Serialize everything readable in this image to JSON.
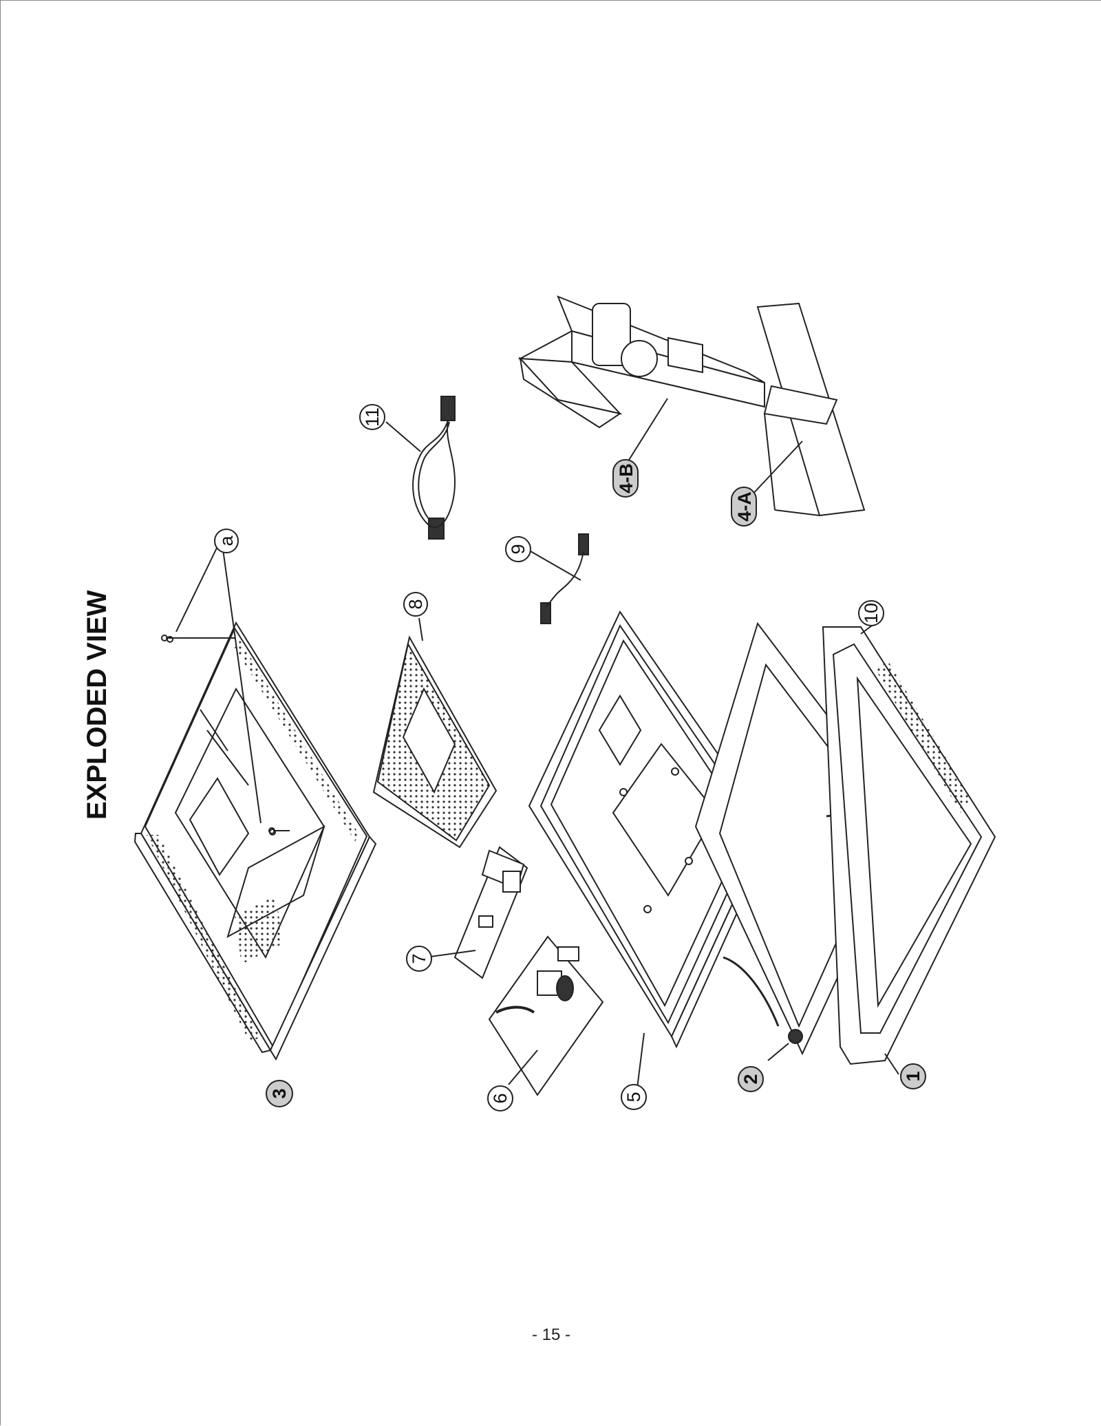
{
  "title": "EXPLODED VIEW",
  "page_number": "- 15 -",
  "callouts": {
    "c1": "1",
    "c2": "2",
    "c3": "3",
    "c4a": "4-A",
    "c4b": "4-B",
    "c5": "5",
    "c6": "6",
    "c7": "7",
    "c8": "8",
    "c9": "9",
    "c10": "10",
    "c11": "11",
    "ca": "a"
  }
}
